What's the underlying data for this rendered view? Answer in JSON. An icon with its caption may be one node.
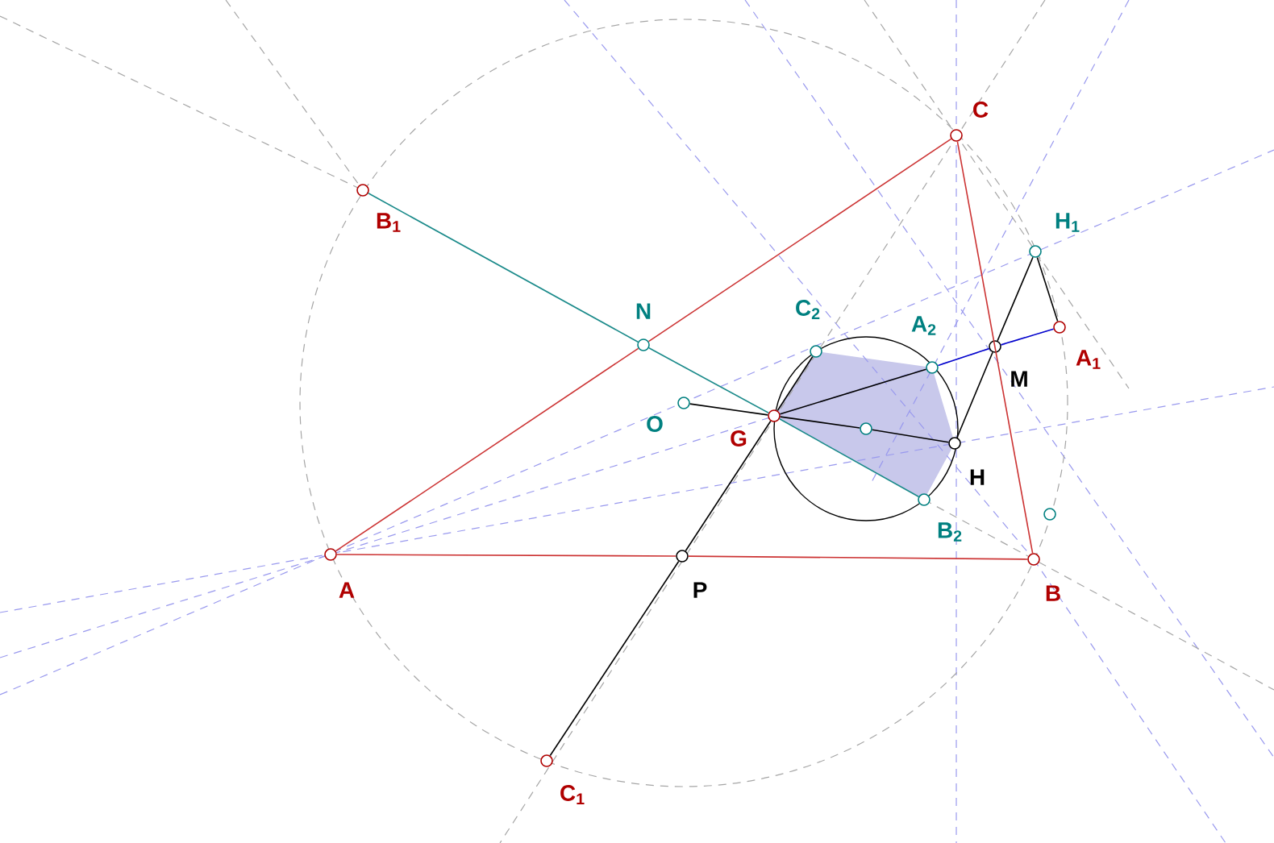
{
  "diagram": {
    "nodes": [
      {
        "text": [],
        "shape": "circle",
        "beside": [
          "C"
        ]
      },
      {
        "text": [],
        "shape": "circle",
        "beside": [
          "H$_{1}$"
        ]
      },
      {
        "text": [],
        "shape": "circle",
        "beside": [
          "B$_{1}$"
        ]
      },
      {
        "text": [],
        "shape": "circle",
        "beside": [
          "N"
        ]
      },
      {
        "text": [],
        "shape": "circle",
        "beside": [
          "C$_{2}$"
        ]
      },
      {
        "text": [],
        "shape": "circle",
        "beside": [
          "A$_{2}$"
        ]
      },
      {
        "text": [],
        "shape": "circle",
        "beside": [
          "A$_{1}$"
        ]
      },
      {
        "text": [],
        "shape": "circle",
        "beside": [
          "M"
        ]
      },
      {
        "text": [],
        "shape": "circle",
        "beside": [
          "O"
        ]
      },
      {
        "text": [],
        "shape": "circle",
        "beside": [
          "G"
        ]
      },
      {
        "text": [],
        "shape": "circle"
      },
      {
        "text": [],
        "shape": "circle",
        "beside": [
          "H"
        ]
      },
      {
        "text": [],
        "shape": "circle",
        "beside": [
          "B$_{2}$"
        ]
      },
      {
        "text": [],
        "shape": "circle"
      },
      {
        "text": [],
        "shape": "circle",
        "beside": [
          "A"
        ]
      },
      {
        "text": [],
        "shape": "circle",
        "beside": [
          "P"
        ]
      },
      {
        "text": [],
        "shape": "circle",
        "beside": [
          "B"
        ]
      },
      {
        "text": [],
        "shape": "circle",
        "beside": [
          "C$_{1}$"
        ]
      }
    ],
    "edges": [
      {
        "from": 14,
        "to": 3,
        "arrow": "none",
        "color": "#cc3333"
      },
      {
        "from": 3,
        "to": 0,
        "arrow": "none",
        "color": "#cc3333"
      },
      {
        "from": 0,
        "to": 16,
        "arrow": "none",
        "color": "#cc3333"
      },
      {
        "from": 14,
        "to": 15,
        "arrow": "none",
        "color": "#cc3333"
      },
      {
        "from": 15,
        "to": 16,
        "arrow": "none",
        "color": "#cc3333"
      },
      {
        "from": 2,
        "to": 3,
        "arrow": "none",
        "color": "#1a8a8a"
      },
      {
        "from": 3,
        "to": 9,
        "arrow": "none",
        "color": "#1a8a8a"
      },
      {
        "from": 9,
        "to": 12,
        "arrow": "none",
        "color": "#1a8a8a"
      },
      {
        "from": 17,
        "to": 15,
        "arrow": "none"
      },
      {
        "from": 15,
        "to": 9,
        "arrow": "none"
      },
      {
        "from": 9,
        "to": 4,
        "arrow": "none"
      },
      {
        "from": 8,
        "to": 9,
        "arrow": "none"
      },
      {
        "from": 9,
        "to": 5,
        "arrow": "none"
      },
      {
        "from": 9,
        "to": 10,
        "arrow": "none"
      },
      {
        "from": 10,
        "to": 11,
        "arrow": "none"
      },
      {
        "from": 5,
        "to": 7,
        "arrow": "none",
        "color": "#0000cc"
      },
      {
        "from": 7,
        "to": 6,
        "arrow": "none",
        "color": "#0000cc"
      },
      {
        "from": 11,
        "to": 7,
        "arrow": "none"
      },
      {
        "from": 7,
        "to": 1,
        "arrow": "none"
      },
      {
        "from": 1,
        "to": 6,
        "arrow": "none"
      }
    ]
  }
}
